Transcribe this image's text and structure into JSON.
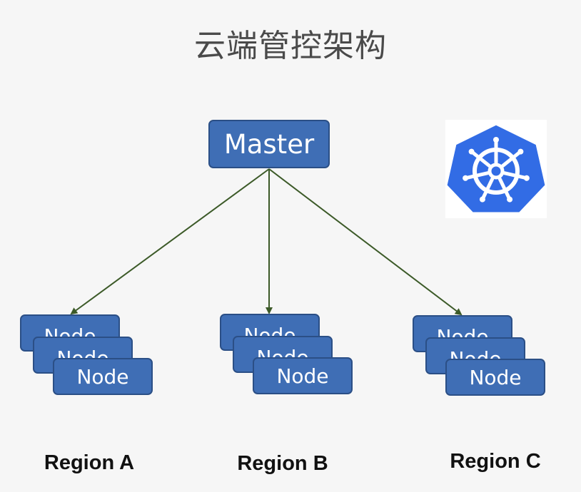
{
  "title": "云端管控架构",
  "master_label": "Master",
  "node_label": "Node",
  "regions": [
    {
      "label": "Region A"
    },
    {
      "label": "Region B"
    },
    {
      "label": "Region C"
    }
  ],
  "logo_icon": "kubernetes-helm-wheel-icon",
  "colors": {
    "box_fill": "#3f6eb5",
    "box_border": "#2b4f86",
    "arrow": "#3c5a28",
    "logo_blue": "#326ce5"
  }
}
